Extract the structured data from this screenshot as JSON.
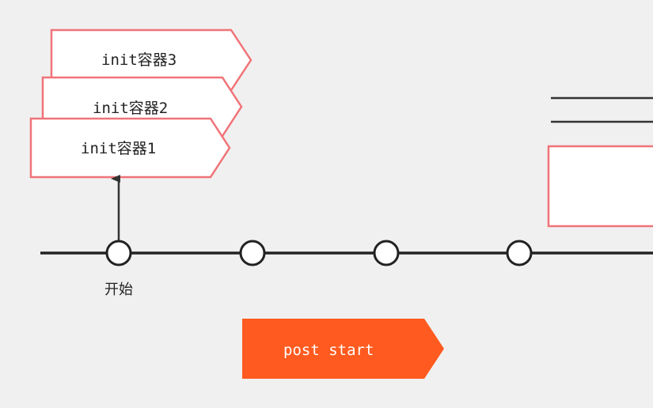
{
  "diagram": {
    "init_containers": [
      {
        "label": "init容器3"
      },
      {
        "label": "init容器2"
      },
      {
        "label": "init容器1"
      }
    ],
    "timeline": {
      "start_label": "开始",
      "node_count": 4
    },
    "post_start": {
      "label": "post start"
    },
    "colors": {
      "background": "#f0f0f0",
      "init_border": "#f07378",
      "init_fill": "#ffffff",
      "line": "#222222",
      "post_start_fill": "#ff5a1f",
      "post_start_text": "#ffffff"
    }
  }
}
